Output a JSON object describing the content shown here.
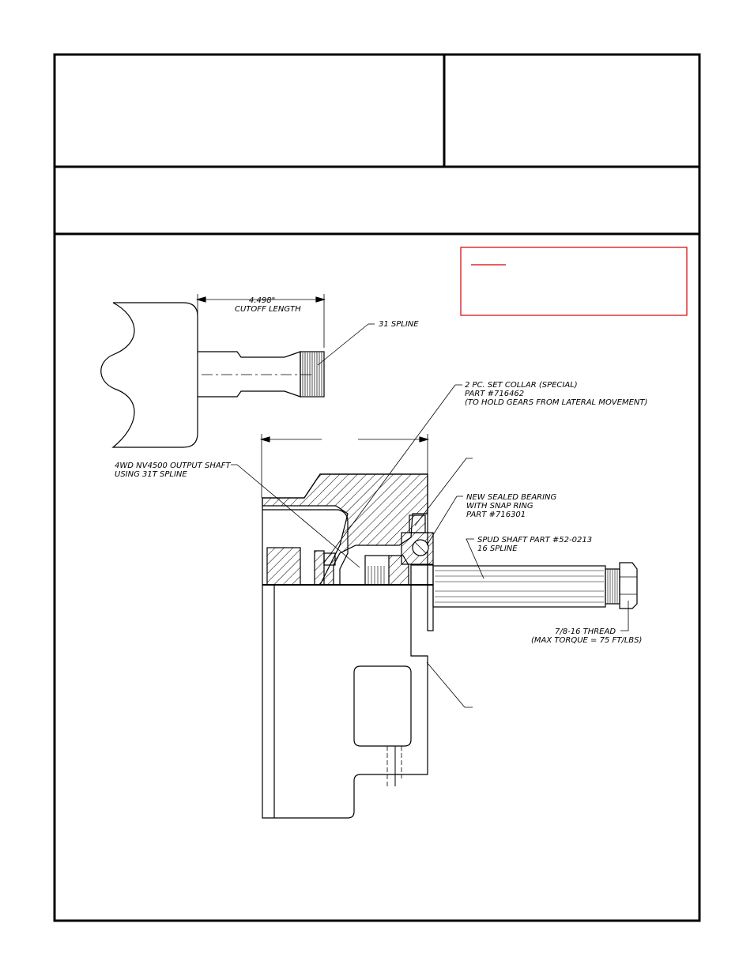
{
  "title_block": {
    "left_cell": "",
    "right_cell": "",
    "subtitle": ""
  },
  "warning_box": {
    "border_color": "#d40000",
    "heading": "",
    "text": ""
  },
  "labels": {
    "dim_value": "4.498\"",
    "dim_caption": "CUTOFF LENGTH",
    "spline_31": "31 SPLINE",
    "collar_line1": "2 PC. SET COLLAR (SPECIAL)",
    "collar_line2": "PART #716462",
    "collar_line3": "(TO HOLD GEARS FROM LATERAL MOVEMENT)",
    "output_line1": "4WD NV4500 OUTPUT SHAFT",
    "output_line2": "USING 31T SPLINE",
    "bearing_line1": "NEW SEALED BEARING",
    "bearing_line2": "WITH SNAP RING",
    "bearing_line3": "PART #716301",
    "spud_line1": "SPUD SHAFT PART #52-0213",
    "spud_line2": "16 SPLINE",
    "thread_line1": "7/8-16 THREAD",
    "thread_line2": "(MAX TORQUE = 75 FT/LBS)"
  }
}
